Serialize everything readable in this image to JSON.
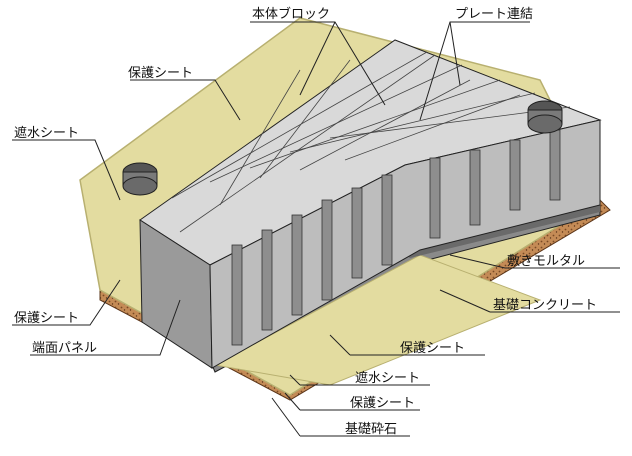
{
  "labels": {
    "body_block": "本体ブロック",
    "plate_joint": "プレート連結",
    "protect_sheet_top": "保護シート",
    "waterproof_sheet_left": "遮水シート",
    "protect_sheet_left": "保護シート",
    "end_panel": "端面パネル",
    "bedding_mortar": "敷きモルタル",
    "foundation_concrete": "基礎コンクリート",
    "protect_sheet_bottom": "保護シート",
    "waterproof_sheet_bottom": "遮水シート",
    "protect_sheet_lowest": "保護シート",
    "crushed_stone": "基礎砕石"
  },
  "colors": {
    "sheet": "#e3dca0",
    "sheet_edge": "#b8b070",
    "panel_top": "#d9d9d9",
    "panel_side": "#9a9a9a",
    "panel_dark": "#707070",
    "concrete": "#8a8a8a",
    "gravel": "#b07a4a",
    "line": "#222222"
  },
  "icons": {
    "manhole_left": "manhole-cover-icon",
    "manhole_right": "manhole-cover-icon"
  }
}
